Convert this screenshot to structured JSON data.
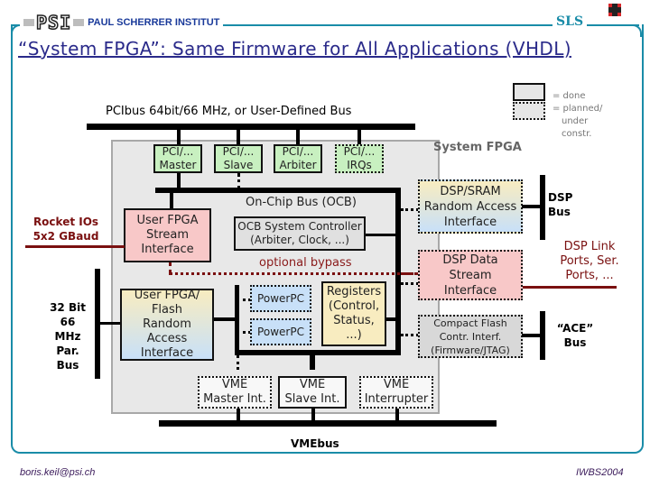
{
  "header": {
    "logo": "PSI",
    "institute": "PAUL SCHERRER INSTITUT",
    "facility": "SLS",
    "title": "“System FPGA”: Same Firmware for All Applications (VHDL)"
  },
  "legend": {
    "done": "= done",
    "planned_lines": [
      "= planned/",
      "under",
      "constr."
    ]
  },
  "diagram": {
    "pci_bus_label": "PCIbus 64bit/66 MHz, or User-Defined Bus",
    "system_fpga_label": "System FPGA",
    "pci_blocks": [
      {
        "line1": "PCI/...",
        "line2": "Master",
        "status": "done"
      },
      {
        "line1": "PCI/...",
        "line2": "Slave",
        "status": "done"
      },
      {
        "line1": "PCI/...",
        "line2": "Arbiter",
        "status": "done"
      },
      {
        "line1": "PCI/...",
        "line2": "IRQs",
        "status": "planned"
      }
    ],
    "ocb_label": "On-Chip Bus (OCB)",
    "ocb_controller": {
      "line1": "OCB System Controller",
      "line2": "(Arbiter, Clock, ...)"
    },
    "optional_bypass": "optional bypass",
    "user_fpga_stream": {
      "line1": "User FPGA",
      "line2": "Stream",
      "line3": "Interface"
    },
    "user_fpga_flash": {
      "line1": "User FPGA/",
      "line2": "Flash",
      "line3": "Random Access",
      "line4": "Interface"
    },
    "powerpc": [
      "PowerPC",
      "PowerPC"
    ],
    "registers": {
      "line1": "Registers",
      "line2": "(Control,",
      "line3": "Status,",
      "line4": "...)"
    },
    "dsp_sram": {
      "line1": "DSP/SRAM",
      "line2": "Random Access",
      "line3": "Interface"
    },
    "dsp_data": {
      "line1": "DSP Data",
      "line2": "Stream",
      "line3": "Interface"
    },
    "compact_flash": {
      "line1": "Compact Flash",
      "line2": "Contr. Interf.",
      "line3": "(Firmware/JTAG)"
    },
    "vme_blocks": [
      {
        "line1": "VME",
        "line2": "Master Int.",
        "status": "planned"
      },
      {
        "line1": "VME",
        "line2": "Slave Int.",
        "status": "done"
      },
      {
        "line1": "VME",
        "line2": "Interrupter",
        "status": "planned"
      }
    ],
    "rocket_io": {
      "line1": "Rocket IOs",
      "line2": "5x2 GBaud"
    },
    "par_bus": {
      "line1": "32 Bit",
      "line2": "66",
      "line3": "MHz",
      "line4": "Par.",
      "line5": "Bus"
    },
    "dsp_bus": {
      "line1": "DSP",
      "line2": "Bus"
    },
    "dsp_link": {
      "line1": "DSP Link",
      "line2": "Ports, Ser.",
      "line3": "Ports, ..."
    },
    "ace_bus": {
      "line1": "“ACE”",
      "line2": "Bus"
    },
    "vme_bus_label": "VMEbus"
  },
  "footer": {
    "email": "boris.keil@psi.ch",
    "event": "IWBS2004"
  }
}
